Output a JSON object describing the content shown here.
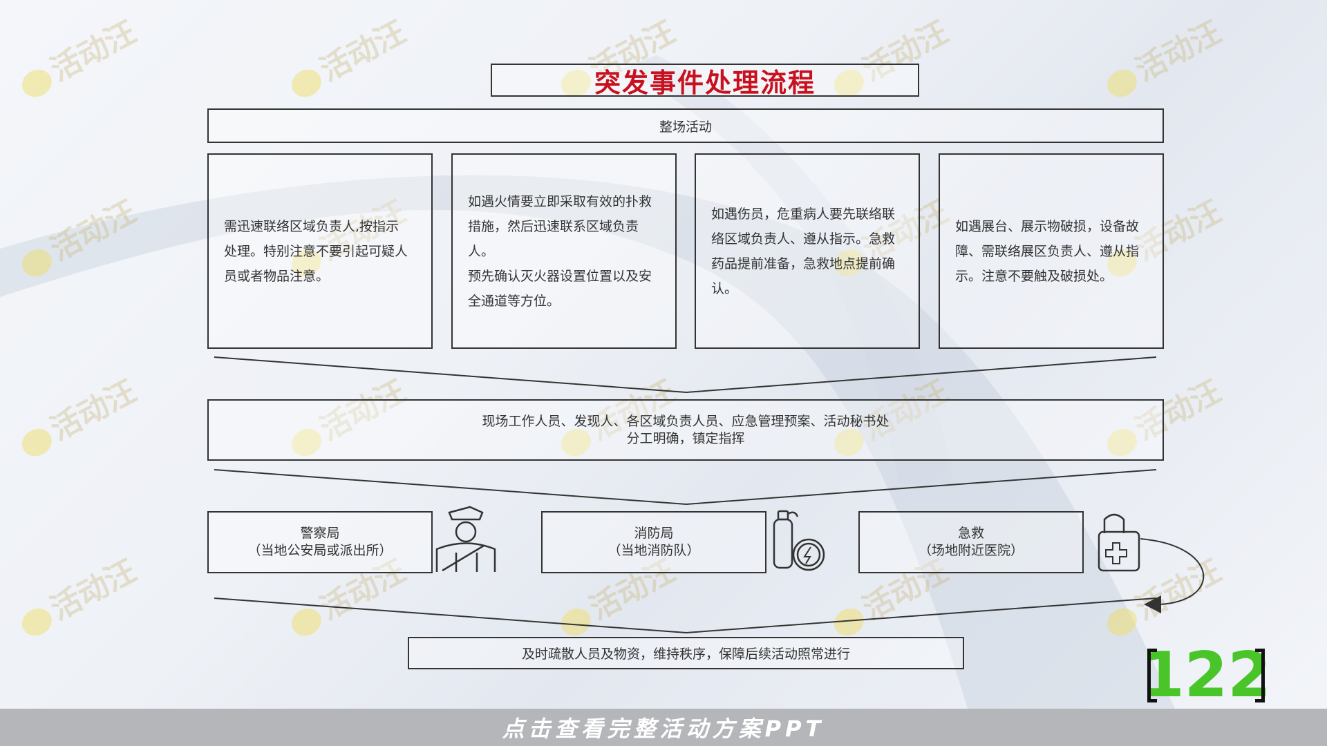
{
  "title": "突发事件处理流程",
  "top_box": "整场活动",
  "cards": [
    {
      "lines": [
        "需迅速联络区域负责人,按指示",
        "处理。特别注意不要引起可疑人",
        "员或者物品注意。"
      ]
    },
    {
      "lines": [
        "如遇火情要立即采取有效的扑救",
        "措施，然后迅速联系区域负责人。",
        "预先确认灭火器设置位置以及安",
        "全通道等方位。"
      ]
    },
    {
      "lines": [
        "如遇伤员，危重病人要先联络联",
        "络区域负责人、遵从指示。急救",
        "药品提前准备，急救地点提前确",
        "认。"
      ]
    },
    {
      "lines": [
        "如遇展台、展示物破损，设备故",
        "障、需联络展区负责人、遵从指",
        "示。注意不要触及破损处。"
      ]
    }
  ],
  "middle_box": {
    "line1": "现场工作人员、发现人、各区域负责人员、应急管理预案、活动秘书处",
    "line2": "分工明确，镇定指挥"
  },
  "services": [
    {
      "name": "警察局",
      "sub": "（当地公安局或派出所）",
      "icon": "police-officer-icon"
    },
    {
      "name": "消防局",
      "sub": "（当地消防队）",
      "icon": "fire-extinguisher-icon"
    },
    {
      "name": "急救",
      "sub": "（场地附近医院）",
      "icon": "first-aid-kit-icon"
    }
  ],
  "bottom_box": "及时疏散人员及物资，维持秩序，保障后续活动照常进行",
  "footer": "点击查看完整活动方案PPT",
  "page_number": "122",
  "watermark": "活动汪",
  "colors": {
    "title": "#c8101e",
    "page_number": "#49c52a",
    "footer_bg": "#b4b6ba"
  }
}
